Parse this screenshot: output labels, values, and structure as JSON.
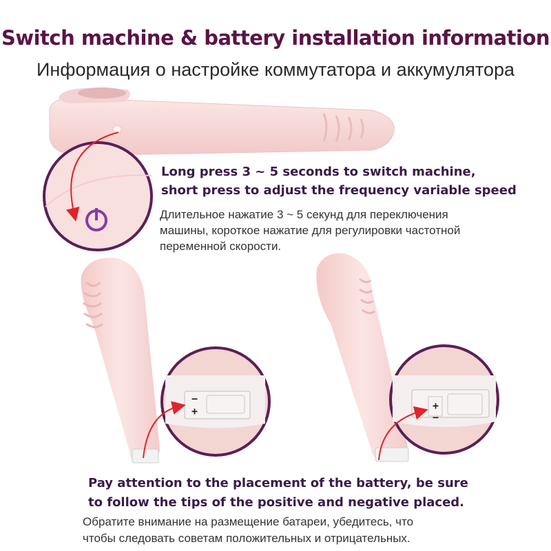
{
  "header": {
    "title_en": "Switch machine & battery installation information",
    "title_ru": "Информация о настройке коммутатора и аккумулятора"
  },
  "switch_info": {
    "line1_en": "Long press 3 ~ 5 seconds to switch machine,",
    "line2_en": "short press to adjust the frequency variable speed",
    "line1_ru": "Длительное нажатие 3 ~ 5 секунд для переключения",
    "line2_ru": "машины, короткое нажатие для регулировки частотной",
    "line3_ru": "переменной скорости."
  },
  "battery_left": {
    "top_sign": "−",
    "bottom_sign": "+"
  },
  "battery_right": {
    "top_sign": "+",
    "bottom_sign": "−"
  },
  "battery_info": {
    "line1_en": "Pay attention to the placement of the battery, be sure",
    "line2_en": "to follow the tips of the positive and negative placed.",
    "line1_ru": "Обратите внимание на размещение батареи, убедитесь, что",
    "line2_ru": "чтобы следовать советам положительных и отрицательных."
  },
  "colors": {
    "title": "#5a1446",
    "circle_border": "#5b1f57",
    "arrow": "#e0242a",
    "device": "#f6d6d6"
  }
}
